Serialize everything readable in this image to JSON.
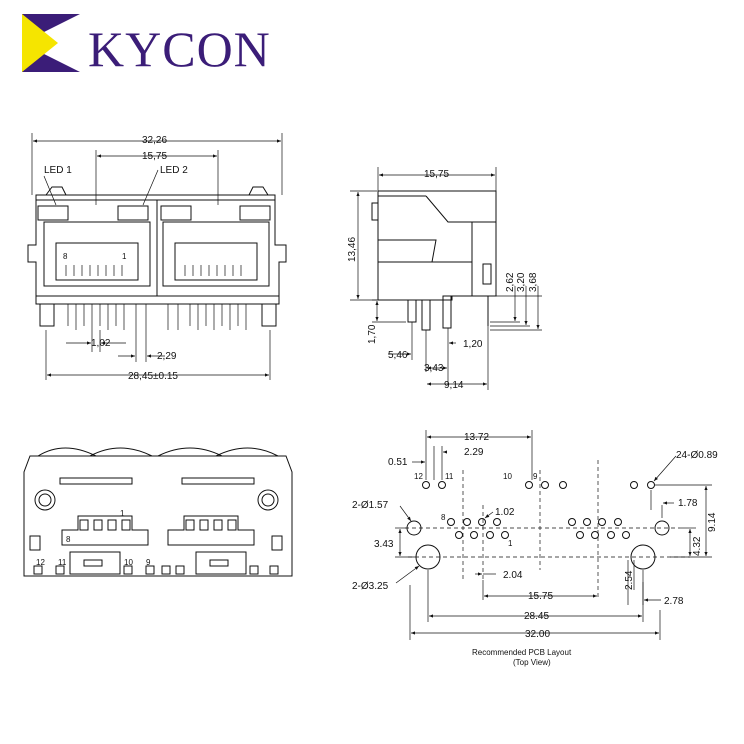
{
  "brand": {
    "name": "KYCON",
    "color": "#3b1d78",
    "accent": "#f5e500"
  },
  "front_view": {
    "overall_width": "32,26",
    "port_spacing": "15,75",
    "led1": "LED 1",
    "led2": "LED 2",
    "pin_pitch": "1,02",
    "row_offset": "2,29",
    "pin_span": "28,45±0.15",
    "pin8": "8",
    "pin1": "1"
  },
  "side_view": {
    "depth": "15,75",
    "height": "13,46",
    "dim_a": "2,62",
    "dim_b": "3,20",
    "dim_c": "3,68",
    "dim_d": "1,70",
    "dim_e": "5,46",
    "dim_f": "1,20",
    "dim_g": "3,43",
    "dim_h": "9,14"
  },
  "bottom_view": {
    "pin1": "1",
    "pin8": "8",
    "pin12": "12",
    "pin11": "11",
    "pin10": "10",
    "pin9": "9"
  },
  "pcb_layout": {
    "dim_1372": "13.72",
    "dim_051": "0.51",
    "dim_229": "2.29",
    "pin12": "12",
    "pin11": "11",
    "pin10": "10",
    "pin9": "9",
    "pin8": "8",
    "pin1": "1",
    "hole_089": "24-Ø0.89",
    "hole_157": "2-Ø1.57",
    "dim_102": "1.02",
    "dim_178": "1.78",
    "dim_914": "9.14",
    "dim_432": "4.32",
    "dim_343": "3.43",
    "hole_325": "2-Ø3.25",
    "dim_204": "2.04",
    "dim_254": "2.54",
    "dim_1575": "15.75",
    "dim_278": "2.78",
    "dim_2845": "28.45",
    "dim_3200": "32.00",
    "caption_line1": "Recommended PCB Layout",
    "caption_line2": "(Top View)"
  }
}
